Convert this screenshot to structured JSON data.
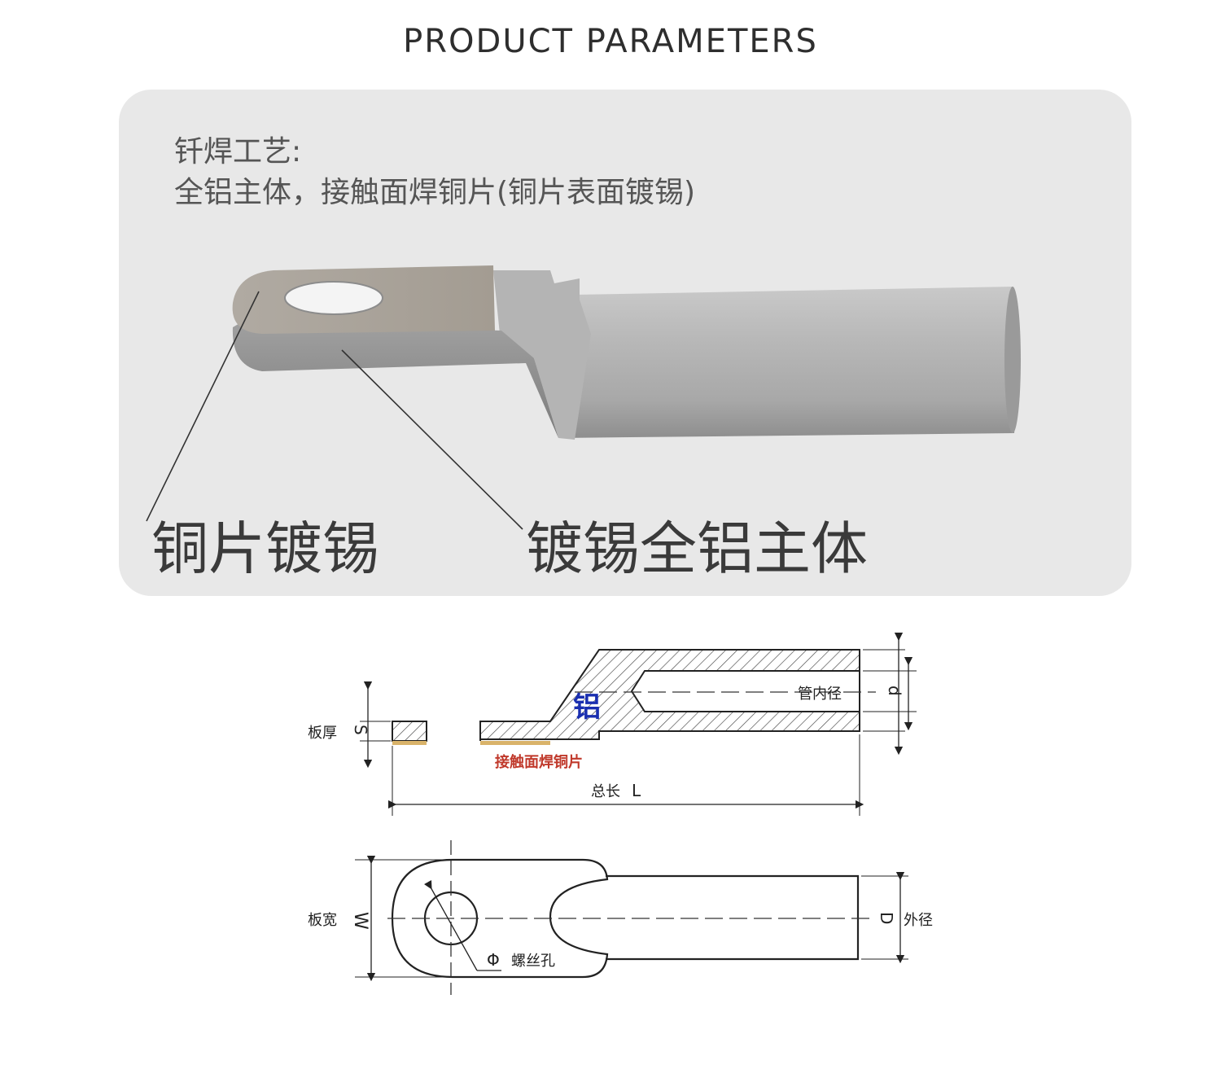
{
  "header": {
    "title": "PRODUCT PARAMETERS"
  },
  "photo": {
    "process_heading": "钎焊工艺:",
    "process_desc": "全铝主体，接触面焊铜片(铜片表面镀锡)",
    "callout_left": "铜片镀锡",
    "callout_right": "镀锡全铝主体"
  },
  "drawing": {
    "label_plate_thickness": "板厚",
    "symbol_s": "S",
    "label_aluminum": "铝",
    "label_inner_diameter": "管内径",
    "symbol_d_small": "d",
    "label_copper_contact": "接触面焊铜片",
    "label_total_length": "总长",
    "symbol_l": "L",
    "label_plate_width": "板宽",
    "symbol_w": "W",
    "symbol_d_big": "D",
    "label_outer_diameter": "外径",
    "symbol_phi": "Φ",
    "label_screw_hole": "螺丝孔",
    "colors": {
      "aluminum_label": "#1a2fb0",
      "copper_label": "#c0392b",
      "copper_strip": "#d9b36a"
    }
  }
}
